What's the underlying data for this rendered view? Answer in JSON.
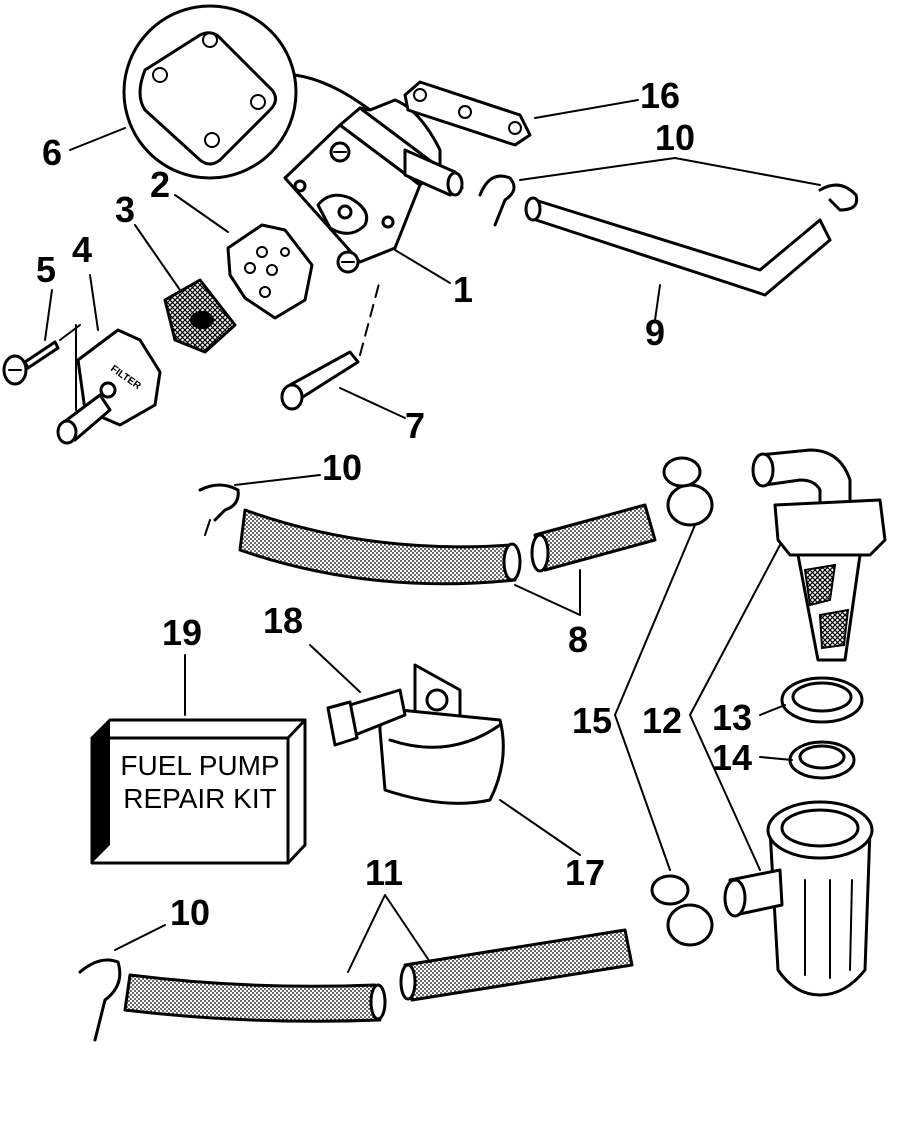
{
  "callouts": {
    "c1": "1",
    "c2": "2",
    "c3": "3",
    "c4": "4",
    "c5": "5",
    "c6": "6",
    "c7": "7",
    "c8": "8",
    "c9": "9",
    "c10a": "10",
    "c10b": "10",
    "c10c": "10",
    "c11": "11",
    "c12": "12",
    "c13": "13",
    "c14": "14",
    "c15": "15",
    "c16": "16",
    "c17": "17",
    "c18": "18",
    "c19": "19"
  },
  "repair_kit": {
    "line1": "FUEL PUMP",
    "line2": "REPAIR KIT"
  },
  "filter_stamp": "FILTER"
}
